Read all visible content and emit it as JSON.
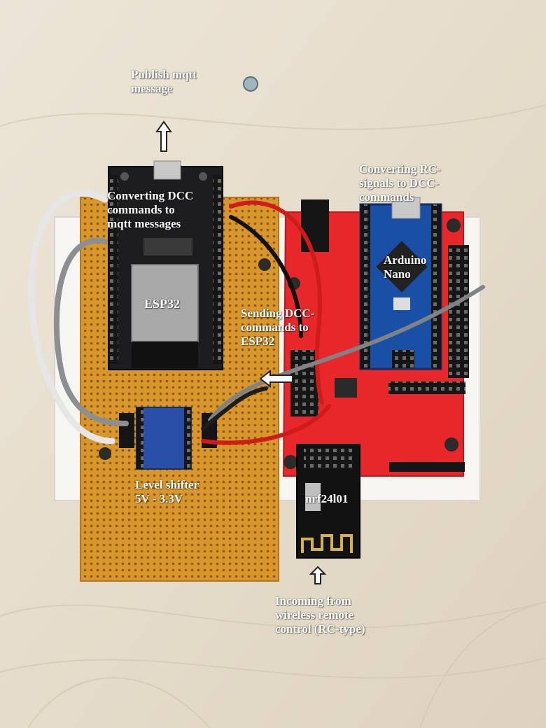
{
  "labels": {
    "publish": "Publish mqtt\nmessage",
    "converting_dcc": "Converting DCC\ncommands to\nmqtt messages",
    "esp32": "ESP32",
    "converting_rc": "Converting RC-\nsignals to DCC-\ncommands",
    "arduino": "Arduino\nNano",
    "sending_dcc": "Sending DCC-\ncommands to\nESP32",
    "level_shifter": "Level shifter\n5V - 3.3V",
    "nrf": "nrf24l01",
    "incoming": "Incoming from\nwireless remote\ncontrol (RC-type)"
  },
  "colors": {
    "wood": "#e9e1d2",
    "perfboard": "#d9962a",
    "red_shield": "#e8272a",
    "esp_board": "#1d1d1f",
    "nano_blue": "#1a4fa6",
    "level_shifter_blue": "#2a4fa8",
    "label_text": "#ffffff"
  },
  "icons": {
    "up_arrow": "arrow-up-icon",
    "left_arrow": "arrow-left-icon"
  }
}
